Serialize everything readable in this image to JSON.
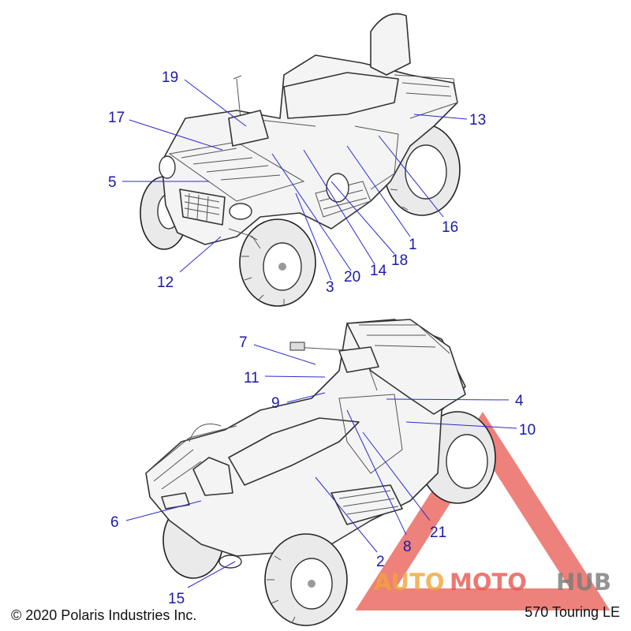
{
  "callouts": {
    "c1": "1",
    "c2": "2",
    "c3": "3",
    "c4": "4",
    "c5": "5",
    "c6": "6",
    "c7": "7",
    "c8": "8",
    "c9": "9",
    "c10": "10",
    "c11": "11",
    "c12": "12",
    "c13": "13",
    "c14": "14",
    "c15": "15",
    "c16": "16",
    "c17": "17",
    "c18": "18",
    "c19": "19",
    "c20": "20",
    "c21": "21"
  },
  "footer": {
    "copyright": "© 2020 Polaris Industries Inc.",
    "model": "570 Touring LE"
  },
  "watermark": {
    "part1": "AUTO",
    "part2": "MOTO",
    "part3": "HUB",
    "color_accent": "#e8574f",
    "color_text": "#f2a33a",
    "color_dark": "#7a7a7a"
  },
  "colors": {
    "callout": "#1a1aa8",
    "leader": "#2b2bd0"
  }
}
